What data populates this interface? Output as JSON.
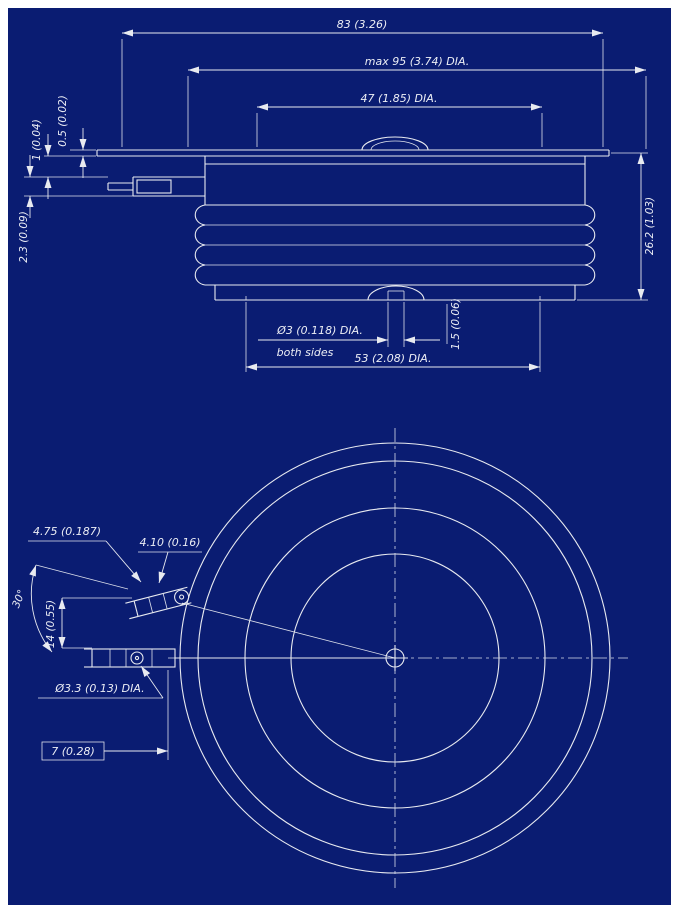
{
  "meta": {
    "background_color": "#0a1c72",
    "line_color": "#e8eaf0",
    "drawing_type": "semiconductor capsule outline drawing"
  },
  "side_view": {
    "dim_overall_width": "83 (3.26)",
    "dim_max_dia": "max 95 (3.74) DIA.",
    "dim_top_pole_dia": "47 (1.85) DIA.",
    "dim_flange_thickness": "0.5 (0.02)",
    "dim_step": "1 (0.04)",
    "dim_lead_thickness": "2.3 (0.09)",
    "dim_height": "26.2 (1.03)",
    "dim_gate_hole": "Ø3 (0.118) DIA.",
    "dim_gate_note": "both sides",
    "dim_gate_depth": "1.5 (0.06)",
    "dim_bottom_pole_dia": "53 (2.08) DIA."
  },
  "plan_view": {
    "dim_lead_width": "4.75 (0.187)",
    "dim_tab_width": "4.10 (0.16)",
    "dim_angle": "30°",
    "dim_lead_separation": "14 (0.55)",
    "dim_terminal_hole": "Ø3.3 (0.13) DIA.",
    "dim_edge_distance": "7 (0.28)"
  }
}
